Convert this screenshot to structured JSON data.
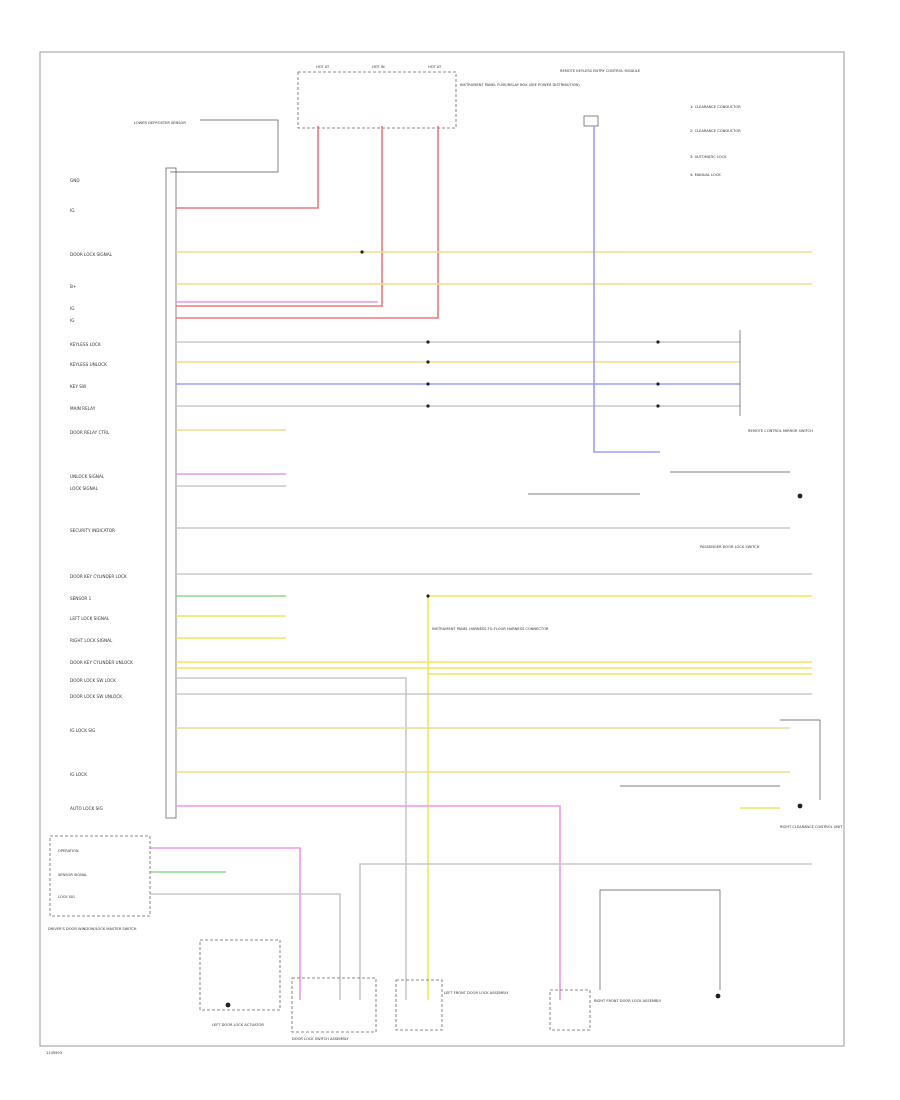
{
  "page": {
    "id_text": "1145993",
    "legend": [
      "1: CLEARANCE CONDUCTOR",
      "2: CLEARANCE CONDUCTOR",
      "3: AUTOMATIC LOCK",
      "4: MANUAL LOCK"
    ]
  },
  "modules": {
    "fuse_box": "INSTRUMENT PANEL FUSE/RELAY BOX (SEE POWER DISTRIBUTION)",
    "top_sensor": "REMOTE KEYLESS ENTRY CONTROL MODULE",
    "lower_switch": "DRIVER'S DOOR WINDOW/LOCK MASTER SWITCH",
    "right_switch": "PASSENGER DOOR LOCK SWITCH",
    "right_group": "REMOTE CONTROL MIRROR SWITCH",
    "mid_junction": "INSTRUMENT PANEL HARNESS-TO-FLOOR HARNESS CONNECTOR",
    "right_splice": "RIGHT CLEARANCE CONTROL UNIT",
    "door_bottom_a": "LEFT DOOR LOCK ACTUATOR",
    "door_bottom_b": "DOOR LOCK SWITCH ASSEMBLY",
    "door_bottom_c": "LEFT FRONT DOOR LOCK ASSEMBLY",
    "door_bottom_d": "RIGHT FRONT DOOR LOCK ASSEMBLY"
  },
  "left_labels": [
    "GND",
    "IG",
    "DOOR LOCK SIGNAL",
    "B+",
    "IG",
    "IG",
    "KEYLESS LOCK",
    "KEYLESS UNLOCK",
    "KEY SW",
    "MAIN RELAY",
    "DOOR RELAY CTRL",
    "UNLOCK SIGNAL",
    "LOCK SIGNAL",
    "SECURITY INDICATOR",
    "DOOR KEY CYLINDER LOCK",
    "SENSOR 1",
    "LEFT LOCK SIGNAL",
    "RIGHT LOCK SIGNAL",
    "DOOR KEY CYLINDER UNLOCK",
    "DOOR LOCK SW LOCK",
    "DOOR LOCK SW UNLOCK",
    "IG LOCK SIG",
    "IG LOCK",
    "AUTO LOCK SIG"
  ],
  "wire_colors": [
    "BLK",
    "RED/WHT",
    "BRN/GRN",
    "BRN/WHT",
    "WHT/BLK",
    "YEL/GRN",
    "BLU/WHT",
    "GRY",
    "GRN/YEL",
    "LT GRN",
    "YEL",
    "PNK/BLK"
  ],
  "colors": {
    "red": "#e8797f",
    "yellow": "#ecde8f",
    "blue": "#9aa2ee",
    "magenta": "#e69be6",
    "green": "#8fd98f",
    "bright_yellow": "#f0e65a",
    "grey": "#c8c8c8",
    "dark": "#444444"
  }
}
